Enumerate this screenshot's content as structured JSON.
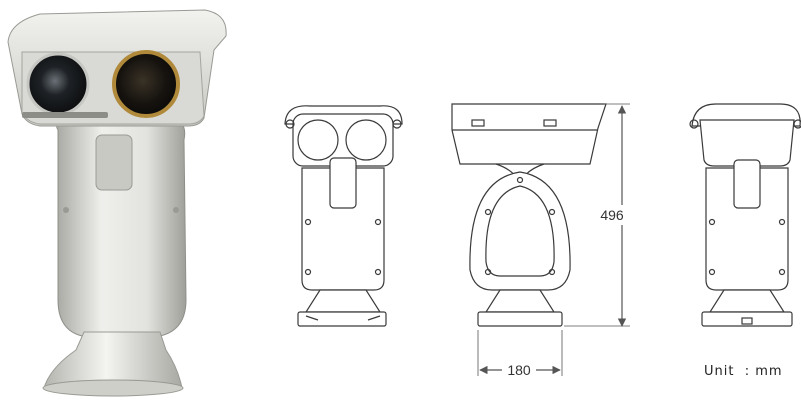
{
  "dimensions": {
    "height_mm": "496",
    "width_mm": "180"
  },
  "unit_label": "Unit  : mm",
  "colors": {
    "line": "#3a3a3a",
    "camera_body": "#e6e6e2",
    "camera_shadow": "#b9b9b4",
    "lens_ring": "#b08a3a",
    "arrow": "#555555"
  }
}
